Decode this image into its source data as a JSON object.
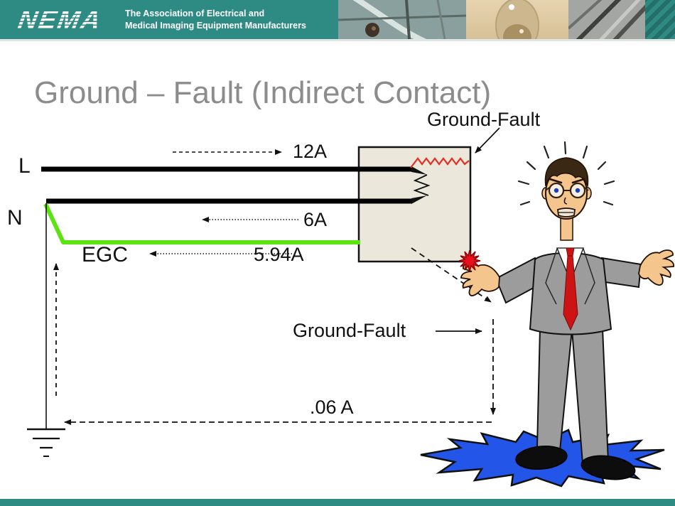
{
  "header": {
    "logo": "NEMA",
    "org_line1": "The Association of Electrical and",
    "org_line2": "Medical Imaging Equipment Manufacturers"
  },
  "title": "Ground – Fault (Indirect Contact)",
  "diagram": {
    "line_label": "L",
    "neutral_label": "N",
    "egc_label": "EGC",
    "line_current": "12A",
    "neutral_current": "6A",
    "egc_current": "5.94A",
    "fault_label_top": "Ground-Fault",
    "fault_label_mid": "Ground-Fault",
    "fault_current": ".06 A"
  },
  "colors": {
    "header_teal": "#2E8B84",
    "title_gray": "#8C8C8C",
    "egc_green": "#5BE411",
    "fault_red": "#E33022",
    "box_fill": "#EBE8DB",
    "splash_blue": "#2356E8",
    "tie_red": "#CC1414",
    "suit_gray": "#9C9C9C"
  }
}
